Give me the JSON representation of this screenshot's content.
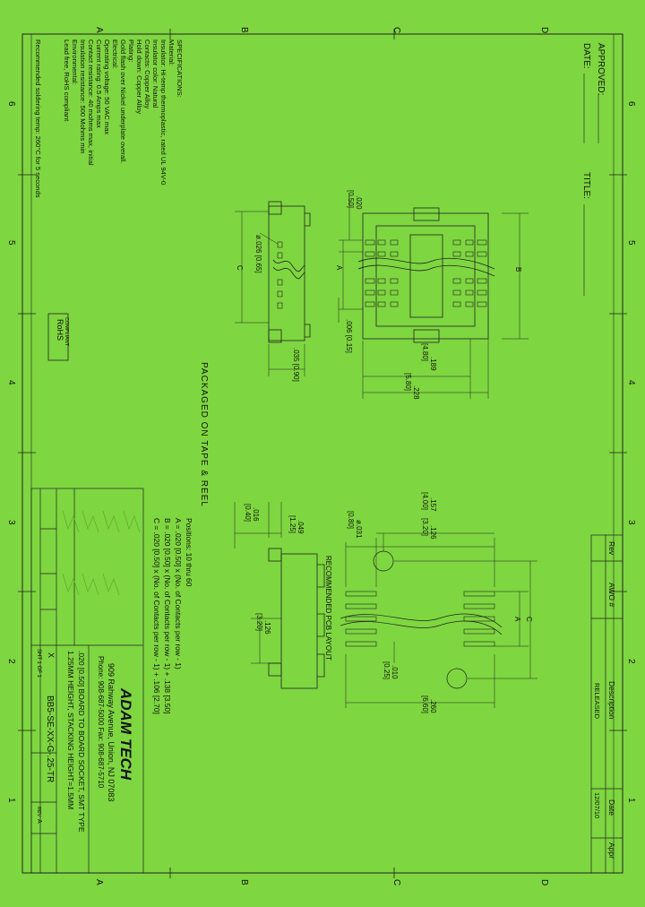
{
  "zone_letters": [
    "A",
    "B",
    "C",
    "D"
  ],
  "zone_numbers": [
    "6",
    "5",
    "4",
    "3",
    "2",
    "1"
  ],
  "approval": {
    "approved": "APPROVED:",
    "date": "DATE:",
    "title": "TITLE:"
  },
  "specifications": [
    "SPECIFICATIONS:",
    "Material:",
    "Insulator: Hi-temp thermoplastic, rated UL 94V-0",
    "Insulator color: Natural",
    "Contacts: Copper Alloy",
    "Hold down: Copper Alloy",
    "Plating:",
    "Gold flash over Nickel underplate overall.",
    "Electrical:",
    "Operating voltage: 50 VAC max",
    "Current rating: 0.5 Amps max",
    "Contact resistance: 40 mohms max, initial",
    "Insulation resistance: 500 Mohms min",
    "Environmental:",
    "Lead free, RoHS compliant",
    "Recommended soldering temp: 260°C for 5 seconds"
  ],
  "rohs": [
    "RoHS",
    "COMPLIANT"
  ],
  "packaging": "PACKAGED ON TAPE & REEL",
  "pcb_layout_label": "RECOMMENDED PCB LAYOUT",
  "positions_note": [
    "Positions: 10 thru 60",
    "A = .020 [0.50] x (No. of Contacts per row - 1)",
    "B = .020 [0.50] x (No. of Contacts per row - 1) + .138 [3.50]",
    "C = .020 [0.50] x (No. of Contacts per row - 1) + .106 [2.70]"
  ],
  "dimensions": {
    "top_pitch": ".020",
    "top_pitch_mm": "[0.50]",
    "a": "A",
    "b": "B",
    "c": "C",
    "lead_width": ".006 [0.15]",
    "body_width_1": ".189",
    "body_width_1_mm": "[4.80]",
    "body_width_2": ".228",
    "body_width_2_mm": "[5.80]",
    "pin_dia": "ø.026 [0.65]",
    "height": ".035 [0.90]",
    "pcb_dia": "ø.031",
    "pcb_dia_mm": "[0.80]",
    "pcb_157": ".157",
    "pcb_157_mm": "[4.00]",
    "pcb_126": ".126",
    "pcb_126_mm": "[3.20]",
    "pcb_010": ".010",
    "pcb_010_mm": "[0.25]",
    "pcb_260": ".260",
    "pcb_260_mm": "[6.60]",
    "side_049": ".049",
    "side_049_mm": "[1.25]",
    "side_016": ".016",
    "side_016_mm": "[0.40]",
    "side_126": ".126",
    "side_126_mm": "[3.20]"
  },
  "revision_block": {
    "headers": [
      "Rev",
      "AWO #",
      "Description",
      "Date",
      "Appr"
    ],
    "rows": [
      [
        "",
        "",
        "RELEASED",
        "12/07/10",
        ""
      ]
    ]
  },
  "title_block": {
    "company": "ADAM TECH",
    "address": "909 Rahway Avenue, Union, NJ 07083",
    "phone": "Phone: 908-687-5000  Fax: 908-687-5710",
    "description_1": ".020 [0.50] BOARD TO BOARD SOCKET, SMT TYPE",
    "description_2": "1.25MM HEIGHT, STACKING HEIGHT=1.5MM",
    "part_number": "BB5-SE-XX-G-.25-TR",
    "sheet": "SHT 1 OF 1",
    "rev_label": "REV",
    "rev": "A",
    "scale_label": "X"
  }
}
